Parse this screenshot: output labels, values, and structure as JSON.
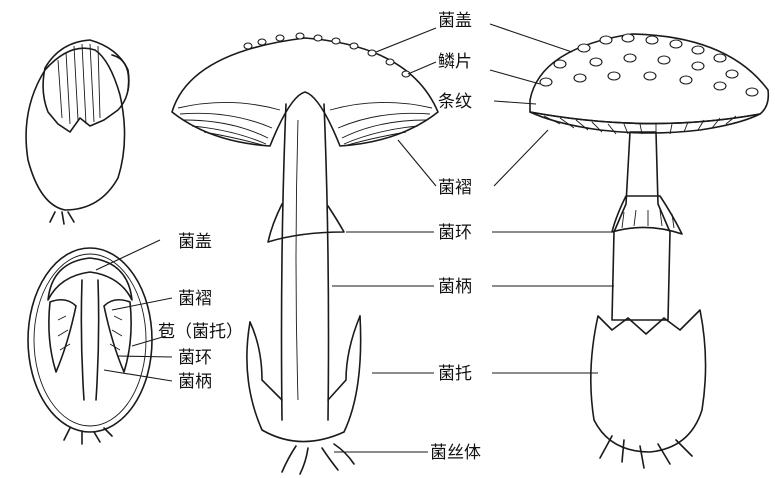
{
  "labels": {
    "center": {
      "cap": "菌盖",
      "scales": "鳞片",
      "striations": "条纹",
      "gills": "菌褶",
      "ring": "菌环",
      "stalk": "菌柄",
      "volva": "菌托",
      "mycelium": "菌丝体"
    },
    "section": {
      "cap": "菌盖",
      "gills": "菌褶",
      "bract": "苞（菌托）",
      "ring": "菌环",
      "stalk": "菌柄"
    }
  },
  "colors": {
    "ink": "#1a1a1a",
    "background": "#ffffff"
  }
}
